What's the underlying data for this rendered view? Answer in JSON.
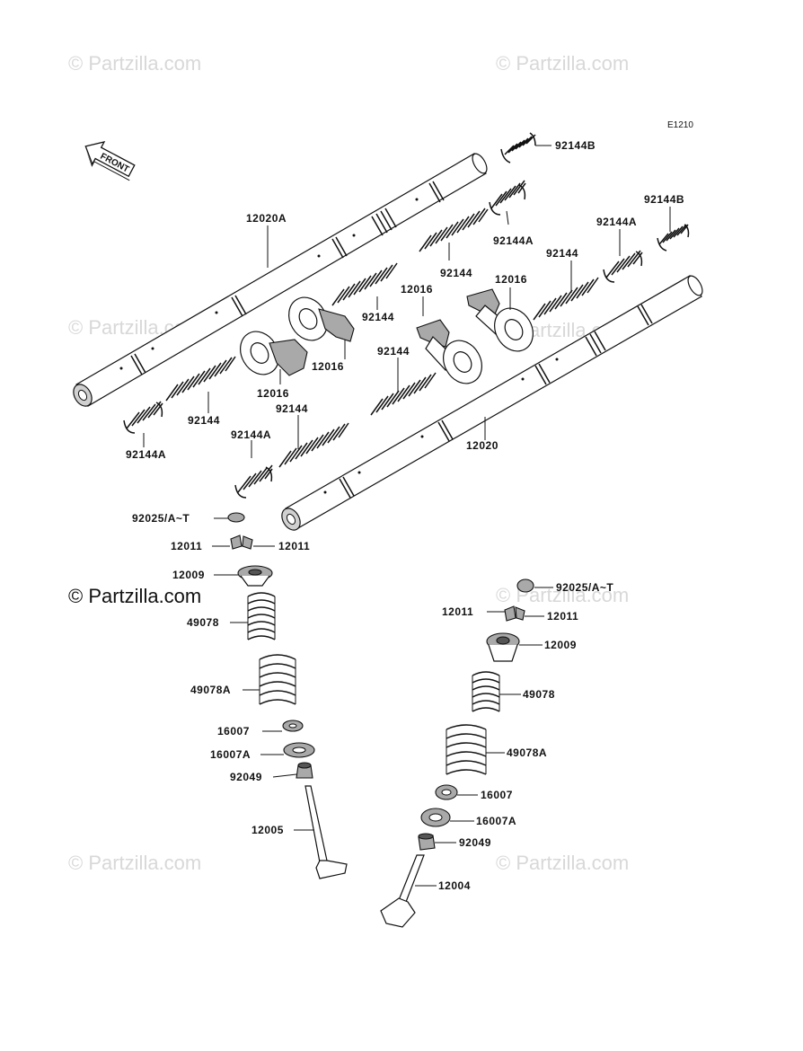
{
  "diagram_code": "E1210",
  "front_arrow_text": "FRONT",
  "watermark_text": "© Partzilla.com",
  "watermarks": [
    {
      "id": "top-left"
    },
    {
      "id": "top-right"
    },
    {
      "id": "mid-left"
    },
    {
      "id": "mid-right"
    },
    {
      "id": "low-right"
    },
    {
      "id": "bottom-left"
    },
    {
      "id": "bottom-right"
    }
  ],
  "main_watermark_text": "© Partzilla.com",
  "labels": {
    "spring_92144b_top": "92144B",
    "spring_92144b_right": "92144B",
    "shaft_12020a": "12020A",
    "spring_92144a_a": "92144A",
    "spring_92144a_b": "92144A",
    "spring_92144_a": "92144",
    "spring_92144_b": "92144",
    "spring_92144_c": "92144",
    "arm_12016_a": "12016",
    "arm_12016_b": "12016",
    "arm_12016_c": "12016",
    "arm_12016_d": "12016",
    "spring_92144_d": "92144",
    "spring_92144_e": "92144",
    "spring_92144_f": "92144",
    "spring_92144a_c": "92144A",
    "spring_92144a_d": "92144A",
    "shaft_12020": "12020",
    "shim_92025_left": "92025/A~T",
    "cotter_12011_l1": "12011",
    "cotter_12011_l2": "12011",
    "retainer_12009_left": "12009",
    "spring_49078_left": "49078",
    "spring_49078a_left": "49078A",
    "seat_16007_left": "16007",
    "seat_16007a_left": "16007A",
    "seal_92049_left": "92049",
    "valve_12005": "12005",
    "shim_92025_right": "92025/A~T",
    "cotter_12011_r1": "12011",
    "cotter_12011_r2": "12011",
    "retainer_12009_right": "12009",
    "spring_49078_right": "49078",
    "spring_49078a_right": "49078A",
    "seat_16007_right": "16007",
    "seat_16007a_right": "16007A",
    "seal_92049_right": "92049",
    "valve_12004": "12004"
  }
}
